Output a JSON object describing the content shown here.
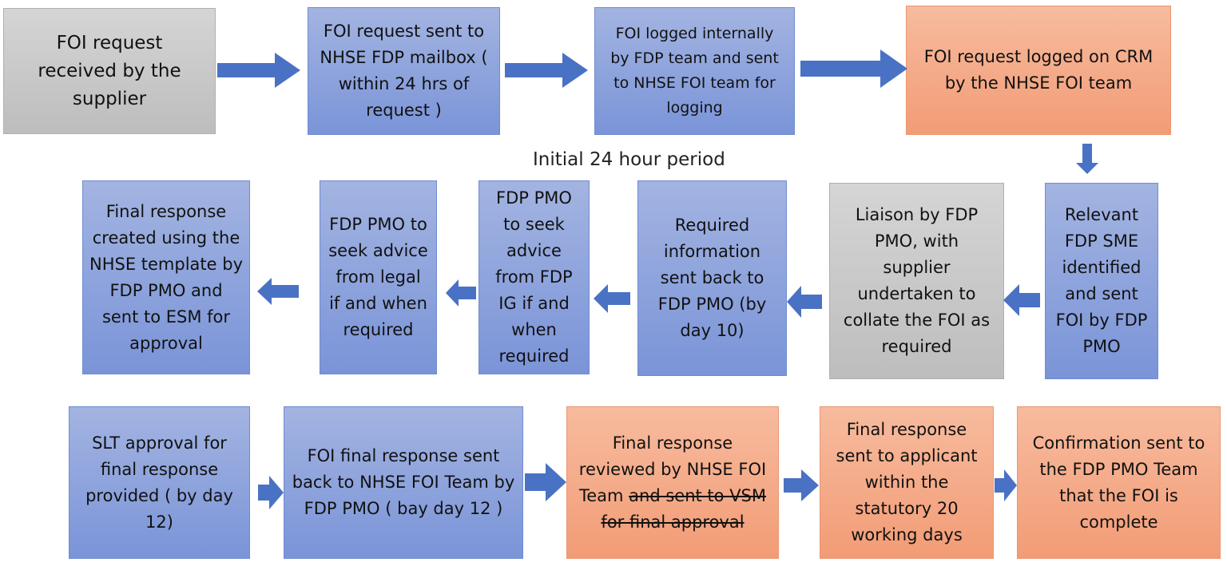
{
  "colors": {
    "blue": "#7a94d8",
    "gray": "#bfbfbf",
    "orange": "#f29c76",
    "arrow": "#4a72c4"
  },
  "caption": "Initial 24 hour period",
  "row1": {
    "b1": "FOI request received by the supplier",
    "b2": "FOI request sent to NHSE FDP mailbox ( within 24 hrs of request )",
    "b3": "FOI logged internally by FDP team and sent to NHSE FOI team for logging",
    "b4": "FOI request logged on CRM by the NHSE FOI team"
  },
  "row2": {
    "b1": "Final response created using the NHSE template by FDP PMO and sent to ESM for approval",
    "b2": "FDP PMO to seek advice from legal if and when required",
    "b3": "FDP PMO to seek advice from FDP IG if and when required",
    "b4": "Required information sent back to FDP PMO (by day 10)",
    "b5": "Liaison by FDP PMO, with supplier undertaken to collate the FOI as required",
    "b6": "Relevant FDP SME identified and sent FOI by FDP PMO"
  },
  "row3": {
    "b1": "SLT approval for final response provided ( by day 12)",
    "b2": "FOI final response sent back to NHSE FOI Team by FDP PMO ( bay day 12 )",
    "b3_main": "Final response reviewed by NHSE FOI Team",
    "b3_struck": "and sent to VSM for final approval",
    "b4": "Final response sent to applicant within the statutory 20 working days",
    "b5": "Confirmation sent to the FDP PMO Team that the FOI is complete"
  }
}
